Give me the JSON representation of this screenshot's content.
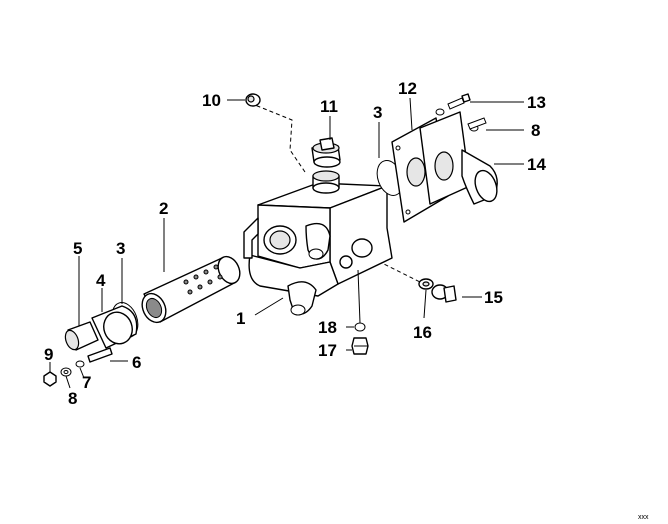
{
  "callouts": {
    "c1": "1",
    "c2": "2",
    "c3a": "3",
    "c3b": "3",
    "c4": "4",
    "c5": "5",
    "c6": "6",
    "c7": "7",
    "c8a": "8",
    "c8b": "8",
    "c9": "9",
    "c10": "10",
    "c11": "11",
    "c12": "12",
    "c13": "13",
    "c14": "14",
    "c15": "15",
    "c16": "16",
    "c17": "17",
    "c18": "18"
  },
  "corner_mark": "xxx"
}
